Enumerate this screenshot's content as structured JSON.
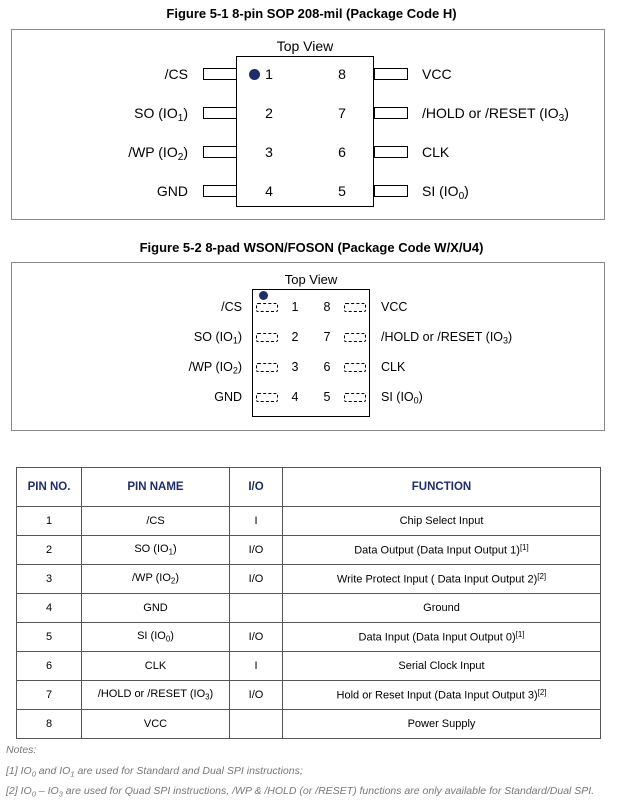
{
  "fig1": {
    "title": "Figure 5-1 8-pin SOP 208-mil (Package Code H)",
    "top_view": "Top View",
    "left_pins": [
      {
        "num": "1",
        "label": "/CS"
      },
      {
        "num": "2",
        "label": "SO (IO",
        "sub": "1",
        "tail": ")"
      },
      {
        "num": "3",
        "label": "/WP (IO",
        "sub": "2",
        "tail": ")"
      },
      {
        "num": "4",
        "label": "GND"
      }
    ],
    "right_pins": [
      {
        "num": "8",
        "label": "VCC"
      },
      {
        "num": "7",
        "label": "/HOLD or /RESET (IO",
        "sub": "3",
        "tail": ")"
      },
      {
        "num": "6",
        "label": "CLK"
      },
      {
        "num": "5",
        "label": "SI (IO",
        "sub": "0",
        "tail": ")"
      }
    ]
  },
  "fig2": {
    "title": "Figure 5-2 8-pad WSON/FOSON (Package Code W/X/U4)",
    "top_view": "Top View",
    "left_pins": [
      {
        "num": "1",
        "label": "/CS"
      },
      {
        "num": "2",
        "label": "SO (IO",
        "sub": "1",
        "tail": ")"
      },
      {
        "num": "3",
        "label": "/WP (IO",
        "sub": "2",
        "tail": ")"
      },
      {
        "num": "4",
        "label": "GND"
      }
    ],
    "right_pins": [
      {
        "num": "8",
        "label": "VCC"
      },
      {
        "num": "7",
        "label": "/HOLD or /RESET (IO",
        "sub": "3",
        "tail": ")"
      },
      {
        "num": "6",
        "label": "CLK"
      },
      {
        "num": "5",
        "label": "SI (IO",
        "sub": "0",
        "tail": ")"
      }
    ]
  },
  "table": {
    "headers": {
      "pin_no": "PIN NO.",
      "pin_name": "PIN NAME",
      "io": "I/O",
      "function": "FUNCTION"
    },
    "rows": [
      {
        "pin": "1",
        "name": "/CS",
        "io": "I",
        "func": "Chip Select Input"
      },
      {
        "pin": "2",
        "name": "SO (IO",
        "name_sub": "1",
        "name_tail": ")",
        "io": "I/O",
        "func": "Data Output (Data Input Output 1)",
        "func_sup": "[1]"
      },
      {
        "pin": "3",
        "name": "/WP (IO",
        "name_sub": "2",
        "name_tail": ")",
        "io": "I/O",
        "func": "Write Protect Input ( Data Input Output 2)",
        "func_sup": "[2]"
      },
      {
        "pin": "4",
        "name": "GND",
        "io": "",
        "func": "Ground"
      },
      {
        "pin": "5",
        "name": "SI (IO",
        "name_sub": "0",
        "name_tail": ")",
        "io": "I/O",
        "func": "Data Input (Data Input Output 0)",
        "func_sup": "[1]"
      },
      {
        "pin": "6",
        "name": "CLK",
        "io": "I",
        "func": "Serial Clock Input"
      },
      {
        "pin": "7",
        "name": "/HOLD or /RESET (IO",
        "name_sub": "3",
        "name_tail": ")",
        "io": "I/O",
        "func": "Hold or Reset Input (Data Input Output 3)",
        "func_sup": "[2]"
      },
      {
        "pin": "8",
        "name": "VCC",
        "io": "",
        "func": "Power Supply"
      }
    ]
  },
  "notes": {
    "heading": "Notes:",
    "note1": {
      "a": "[1] IO",
      "a_sub": "0",
      "b": " and IO",
      "b_sub": "1",
      "c": " are used for Standard and Dual SPI instructions;"
    },
    "note2": {
      "a": "[2] IO",
      "a_sub": "0",
      "b": " – IO",
      "b_sub": "3",
      "c": " are used for Quad SPI instructions, /WP & /HOLD (or /RESET) functions are only available for Standard/Dual SPI."
    }
  }
}
